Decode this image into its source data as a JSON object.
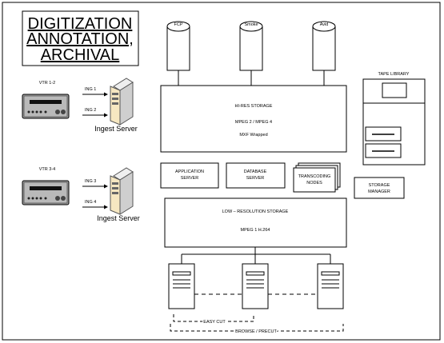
{
  "title": {
    "line1": "DIGITIZATION",
    "line2": "ANNOTATION,",
    "line3": "ARCHIVAL"
  },
  "edit_stations": [
    {
      "label": "FCP"
    },
    {
      "label": "Smoke"
    },
    {
      "label": "Avid"
    }
  ],
  "vtr_top": {
    "label": "VTR 1-2",
    "ing1": "ING 1",
    "ing2": "ING 2",
    "server": "Ingest Server"
  },
  "vtr_bottom": {
    "label": "VTR 3-4",
    "ing3": "ING 3",
    "ing4": "ING 4",
    "server": "Ingest Server"
  },
  "hires": {
    "title": "HI-RES STORAGE",
    "format": "MPEG 2 / MPEG 4",
    "wrapper": "MXF Wrapped"
  },
  "tape_library": {
    "label": "TAPE LIBRARY"
  },
  "app_server": {
    "line1": "APPLICATION",
    "line2": "SERVER"
  },
  "db_server": {
    "line1": "DATABASE",
    "line2": "SERVER"
  },
  "transcoding": {
    "line1": "TRANSCODING",
    "line2": "NODES"
  },
  "storage_manager": {
    "line1": "STORAGE",
    "line2": "MANAGER"
  },
  "lowres": {
    "title": "LOW – RESOLUTION STORAGE",
    "format": "MPEG 1 H.264"
  },
  "client_labels": {
    "easy_cut": "EASY CUT",
    "browse": "BROWSE / PRECUT"
  }
}
